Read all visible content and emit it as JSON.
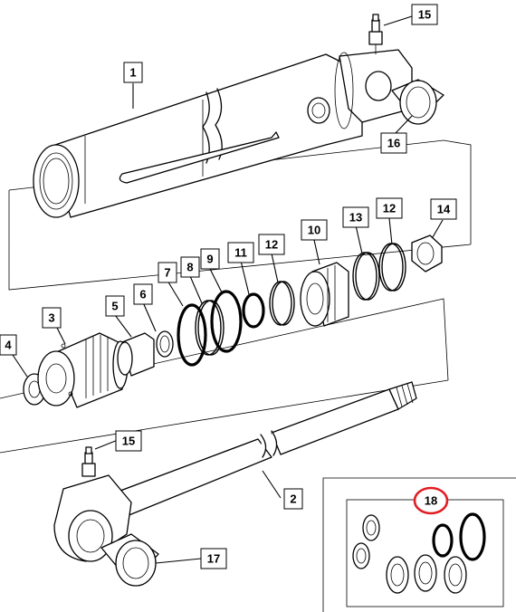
{
  "labels": {
    "l1": "1",
    "l2": "2",
    "l3": "3",
    "l4": "4",
    "l5": "5",
    "l6": "6",
    "l7": "7",
    "l8": "8",
    "l9": "9",
    "l10": "10",
    "l11": "11",
    "l12a": "12",
    "l12b": "12",
    "l13": "13",
    "l14": "14",
    "l15a": "15",
    "l15b": "15",
    "l16": "16",
    "l17": "17",
    "l18": "18"
  },
  "colors": {
    "line": "#000000",
    "background": "#ffffff",
    "highlight": "#e11d24"
  }
}
